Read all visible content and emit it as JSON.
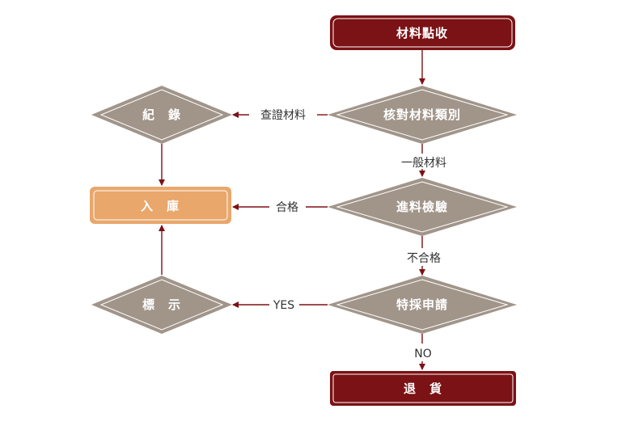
{
  "colors": {
    "dark_red": "#7b1215",
    "taupe": "#a1958a",
    "orange": "#e9a76c",
    "arrow": "#7b1215",
    "text_dark": "#333333"
  },
  "nodes": {
    "receive": "材料點收",
    "check_type": "核對材料類別",
    "record": "紀　錄",
    "inspect": "進料檢驗",
    "storage": "入　庫",
    "special": "特採申請",
    "mark": "標　示",
    "return": "退　貨"
  },
  "edges": {
    "check_materials": "查證材料",
    "general_materials": "一般材料",
    "pass": "合格",
    "fail": "不合格",
    "yes": "YES",
    "no": "NO"
  }
}
